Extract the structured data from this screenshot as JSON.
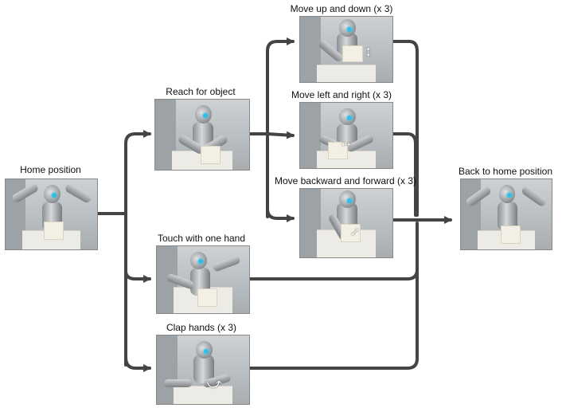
{
  "nodes": {
    "home": {
      "label": "Home position"
    },
    "reach": {
      "label": "Reach for object"
    },
    "up_down": {
      "label": "Move up and down (x 3)"
    },
    "left_right": {
      "label": "Move left and right (x 3)"
    },
    "back_forward": {
      "label": "Move backward and forward (x 3)"
    },
    "touch": {
      "label": "Touch with one hand"
    },
    "clap": {
      "label": "Clap hands (x 3)"
    },
    "back_home": {
      "label": "Back to home position"
    }
  },
  "colors": {
    "arrow": "#444444",
    "eye": "#2ec1e6"
  }
}
